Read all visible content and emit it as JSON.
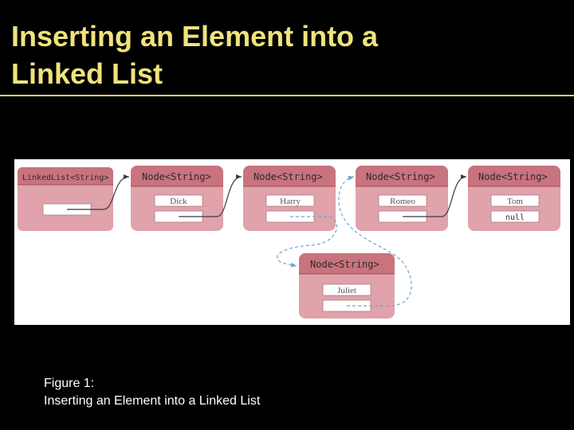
{
  "slide": {
    "title_line1": "Inserting an Element into a",
    "title_line2": "Linked List",
    "title_color": "#f0e37a",
    "background": "#000000"
  },
  "diagram": {
    "list_label": "LinkedList<String>",
    "node_type_label": "Node<String>",
    "nodes": [
      {
        "value": "Dick",
        "next": ""
      },
      {
        "value": "Harry",
        "next": ""
      },
      {
        "value": "Romeo",
        "next": ""
      },
      {
        "value": "Tom",
        "next": "null"
      }
    ],
    "inserted_node": {
      "value": "Juliet",
      "next": ""
    },
    "node_color": "#e0a2ab",
    "header_color": "#c8737e",
    "arrow_color": "#3a3a3a",
    "new_link_color": "#6da7d2"
  },
  "caption": {
    "line1": "Figure 1:",
    "line2": "Inserting an Element into a Linked List"
  }
}
